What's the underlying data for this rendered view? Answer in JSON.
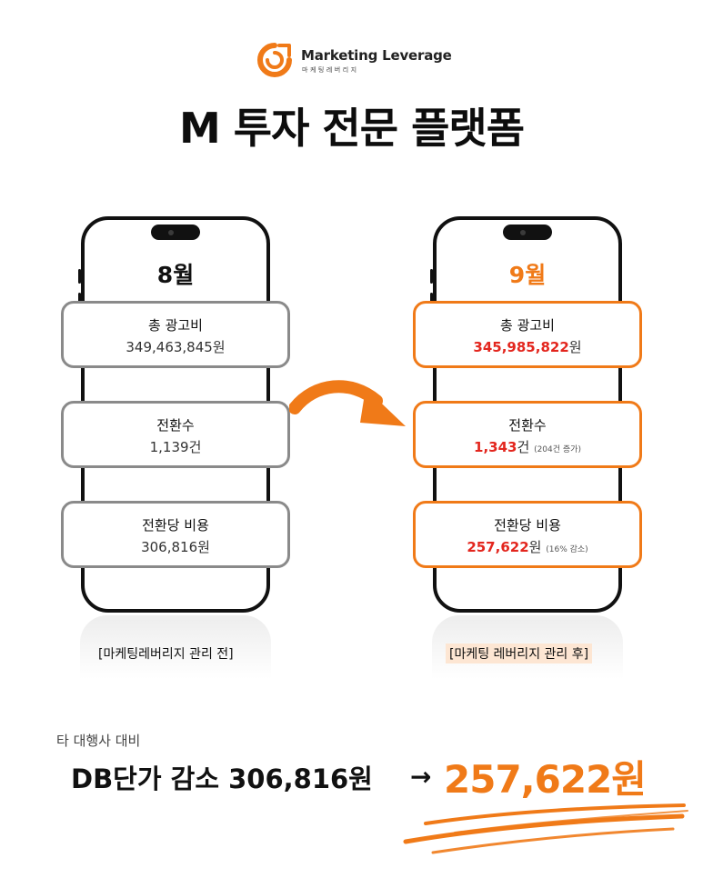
{
  "brand": {
    "name": "Marketing Leverage",
    "subname": "마케팅레버리지",
    "accent_color": "#f07a18"
  },
  "headline": "M 투자 전문 플랫폼",
  "before": {
    "month": "8월",
    "caption": "[마케팅레버리지 관리 전]",
    "metrics": [
      {
        "label": "총 광고비",
        "value": "349,463,845원"
      },
      {
        "label": "전환수",
        "value": "1,139건"
      },
      {
        "label": "전환당 비용",
        "value": "306,816원"
      }
    ]
  },
  "after": {
    "month": "9월",
    "caption": "[마케팅 레버리지 관리 후]",
    "metrics": [
      {
        "label": "총 광고비",
        "number": "345,985,822",
        "unit": "원",
        "note": ""
      },
      {
        "label": "전환수",
        "number": "1,343",
        "unit": "건",
        "note": "(204건 증가)"
      },
      {
        "label": "전환당 비용",
        "number": "257,622",
        "unit": "원",
        "note": "(16% 감소)"
      }
    ],
    "highlight_color": "#e3261e"
  },
  "bottom": {
    "sub_label": "타 대행사 대비",
    "main_text": "DB단가 감소 306,816원",
    "arrow": "→",
    "result": "257,622원"
  },
  "icons": [
    "logo-mark-icon",
    "curved-arrow-icon",
    "scribble-underline-icon"
  ]
}
